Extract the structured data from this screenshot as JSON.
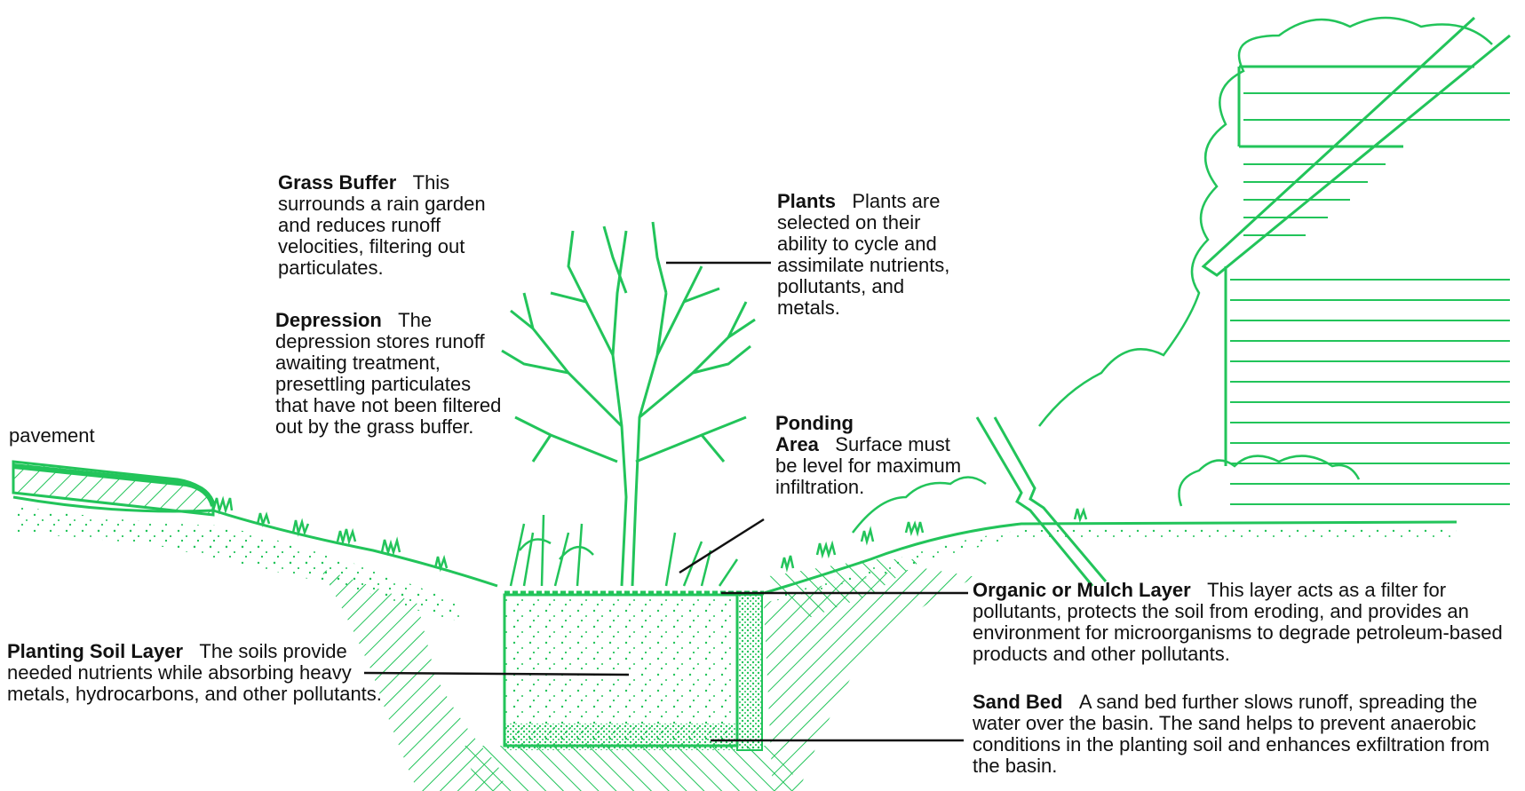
{
  "colors": {
    "ink": "#22c45a",
    "text": "#111111",
    "leader": "#111111",
    "background": "#ffffff"
  },
  "labels": {
    "pavement": "pavement",
    "grass_buffer": {
      "title": "Grass Buffer",
      "text": "This surrounds a rain garden and reduces runoff velocities, filtering out particulates."
    },
    "depression": {
      "title": "Depression",
      "text": "The depression stores runoff awaiting treatment, presettling particulates that have not been filtered out by the grass buffer."
    },
    "plants": {
      "title": "Plants",
      "text": "Plants are selected on their ability to cycle and assimilate nutrients, pollutants, and metals."
    },
    "ponding_area": {
      "title": "Ponding Area",
      "text": "Surface must be level for maximum infiltration."
    },
    "organic_mulch": {
      "title": "Organic or Mulch Layer",
      "text": "This layer acts as a filter for pollutants, protects the soil from eroding, and provides an environment for microorganisms to degrade petroleum-based products and other pollutants."
    },
    "sand_bed": {
      "title": "Sand Bed",
      "text": "A sand bed further slows runoff, spreading the water over the basin. The sand helps to prevent anaerobic conditions in the planting soil and enhances exfiltration from the basin."
    },
    "planting_soil": {
      "title": "Planting Soil Layer",
      "text": "The soils provide needed nutrients while absorbing heavy metals, hydrocarbons, and other pollutants."
    }
  }
}
